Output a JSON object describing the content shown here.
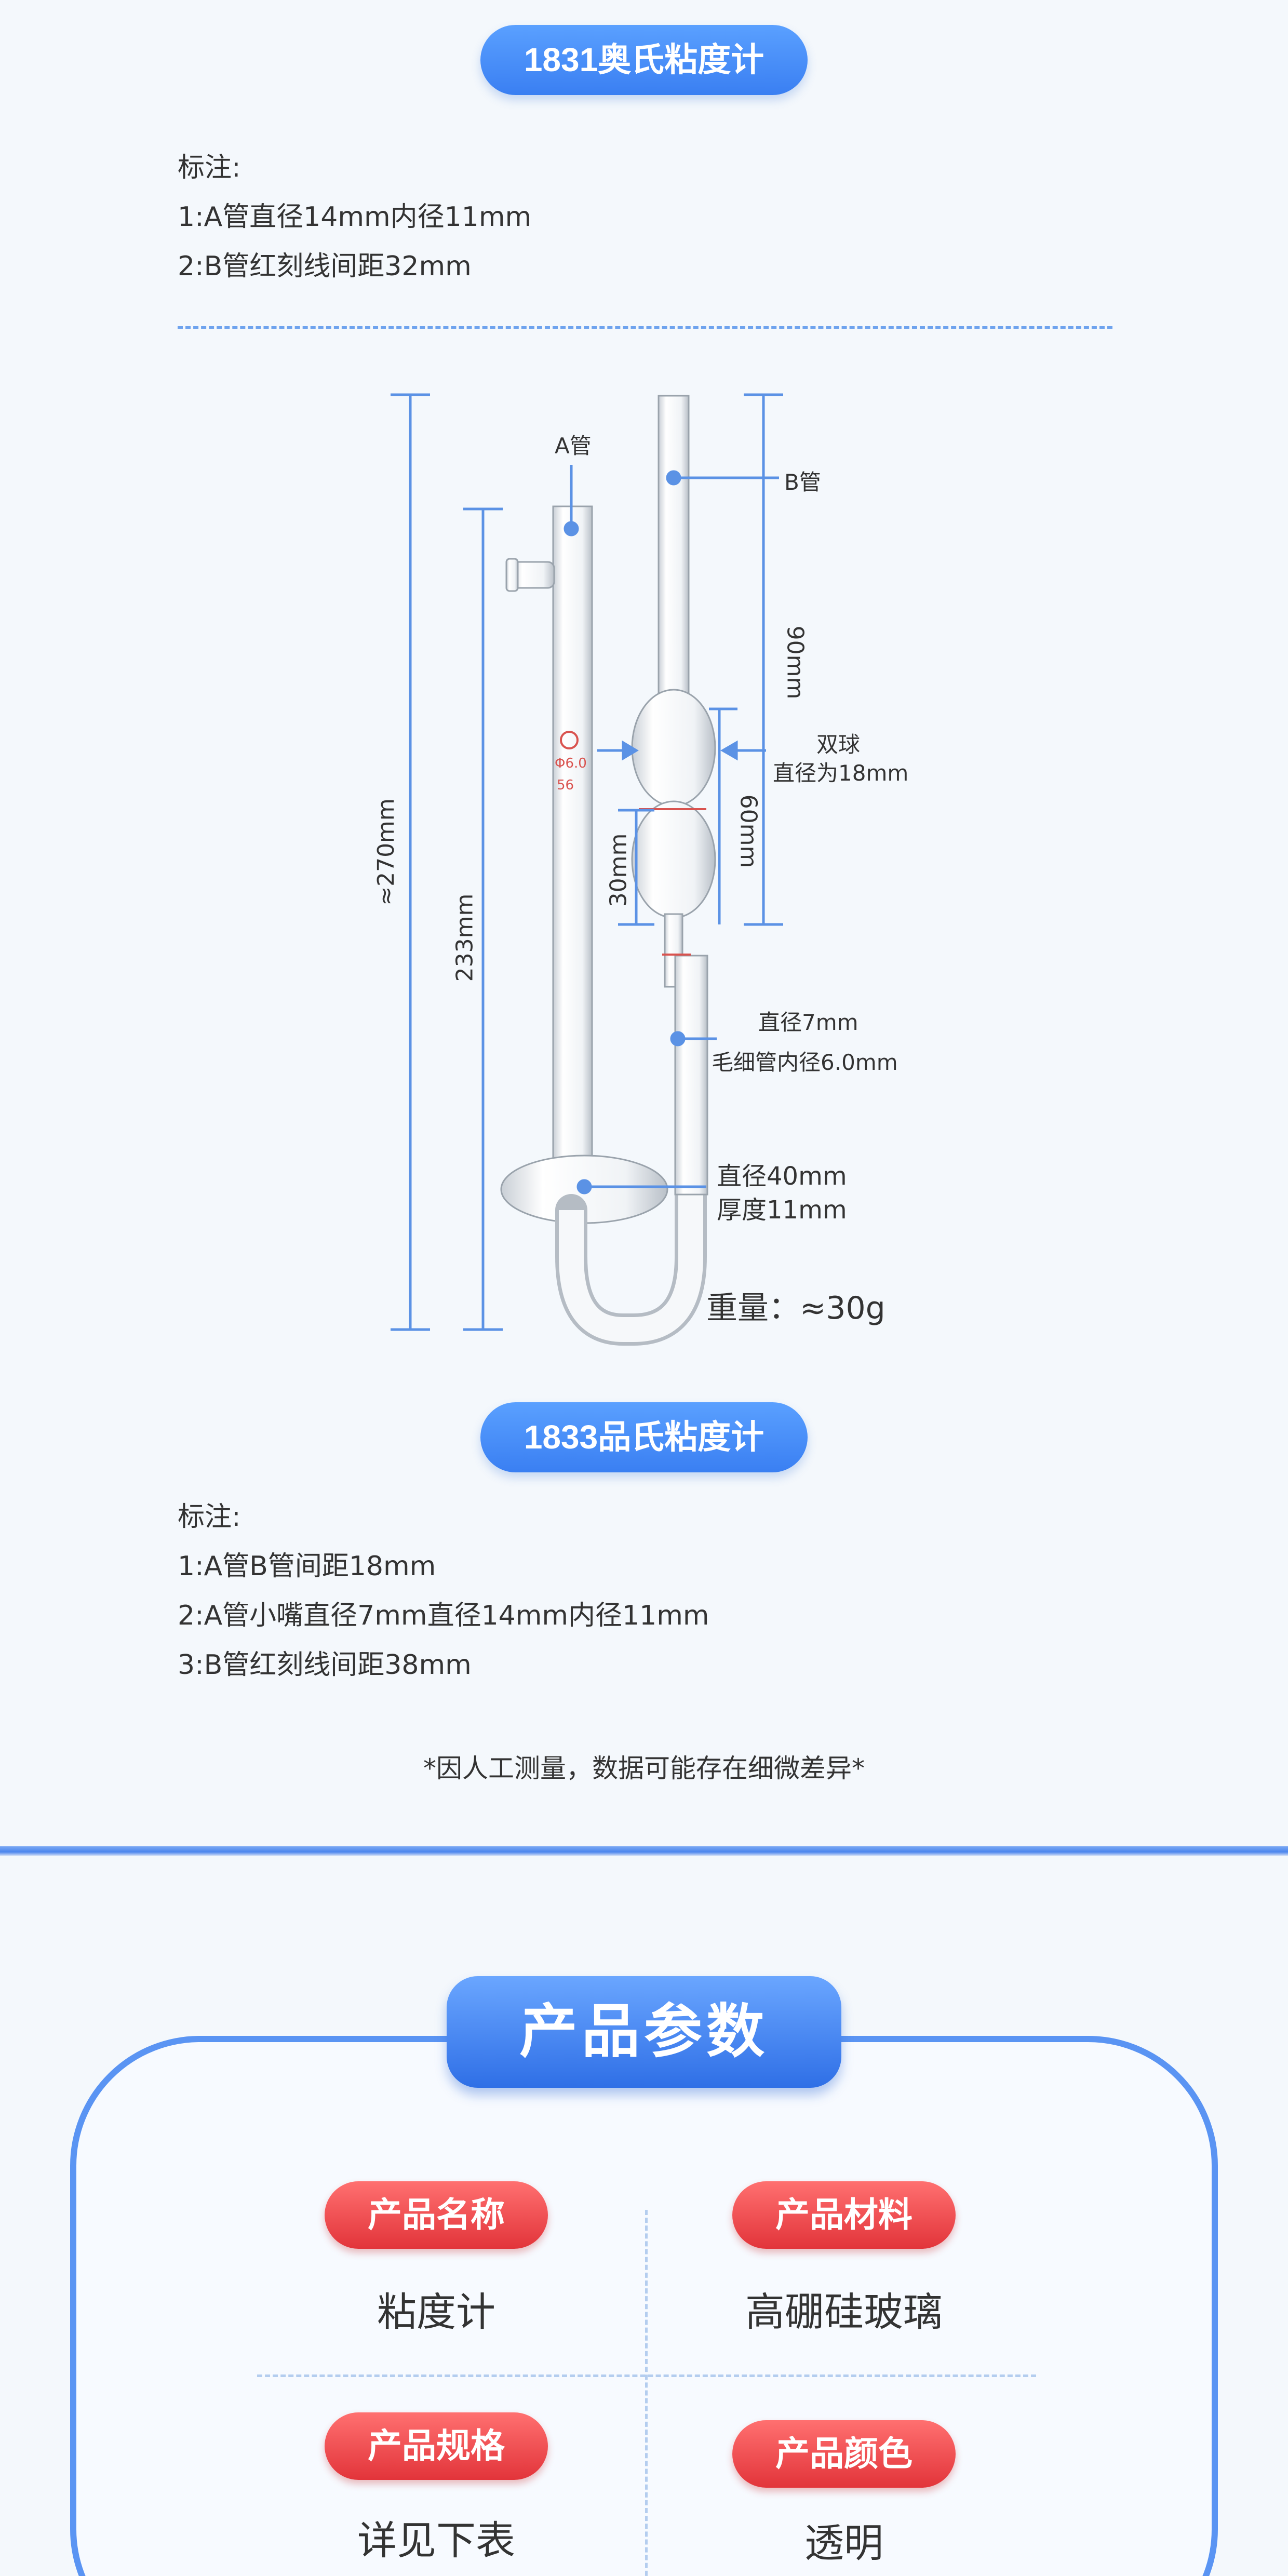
{
  "section1": {
    "title": "1831奥氏粘度计",
    "note_header": "标注:",
    "notes": [
      "1:A管直径14mm内径11mm",
      "2:B管红刻线间距32mm"
    ]
  },
  "diagram": {
    "label_a_tube": "A管",
    "label_b_tube": "B管",
    "dim_total_height": "≈270mm",
    "dim_a_height": "233mm",
    "dim_upper": "90mm",
    "dim_bulbs": "60mm",
    "dim_bulb_lower": "30mm",
    "double_bulb_label": "双球",
    "double_bulb_dia": "直径为18mm",
    "capillary_dia": "直径7mm",
    "capillary_inner": "毛细管内径6.0mm",
    "base_dia": "直径40mm",
    "base_thickness": "厚度11mm",
    "weight": "重量：≈30g",
    "marking_lines": [
      "Φ6.0",
      "56"
    ]
  },
  "section2": {
    "title": "1833品氏粘度计",
    "note_header": "标注:",
    "notes": [
      "1:A管B管间距18mm",
      "2:A管小嘴直径7mm直径14mm内径11mm",
      "3:B管红刻线间距38mm"
    ]
  },
  "footnote": "*因人工测量，数据可能存在细微差异*",
  "params": {
    "title": "产品参数",
    "items": [
      {
        "label": "产品名称",
        "value": "粘度计"
      },
      {
        "label": "产品材料",
        "value": "高硼硅玻璃"
      },
      {
        "label": "产品规格",
        "value": "详见下表"
      },
      {
        "label": "产品颜色",
        "value": "透明"
      }
    ]
  },
  "colors": {
    "accent_blue": "#3a7ff2",
    "dimension_blue": "#5b92e5",
    "label_red": "#e2343a",
    "background": "#f4f8fc"
  }
}
